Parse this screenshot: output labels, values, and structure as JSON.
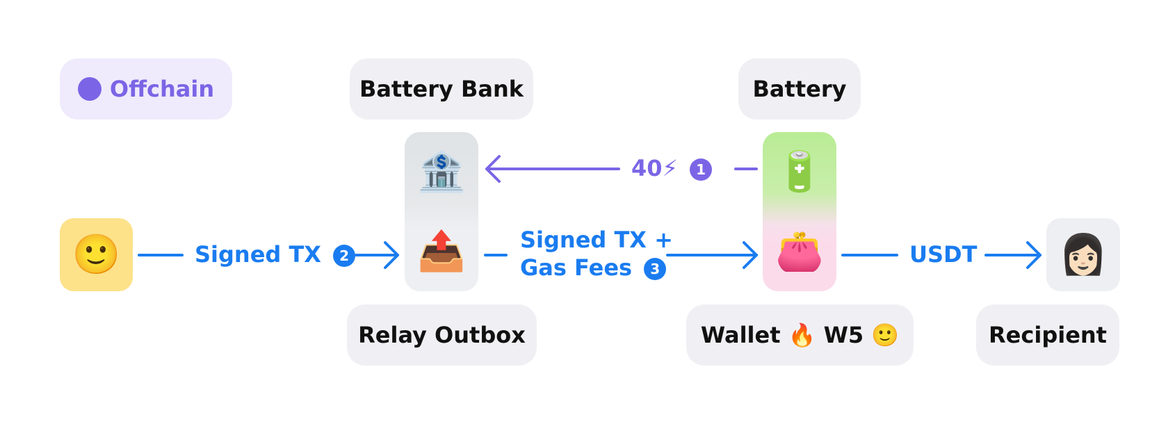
{
  "labels": {
    "offchain": "Offchain",
    "battery_bank": "Battery Bank",
    "battery": "Battery",
    "relay_outbox": "Relay Outbox",
    "wallet": "Wallet 🔥 W5 🙂",
    "recipient": "Recipient"
  },
  "icons": {
    "user": "🙂",
    "bank": "🏦",
    "outbox": "📤",
    "battery": "🔋",
    "wallet": "👛",
    "recipient": "👩🏻"
  },
  "flows": {
    "signed_tx": "Signed TX",
    "signed_tx_badge": "2",
    "signed_tx_gas_line1": "Signed TX +",
    "signed_tx_gas_line2": "Gas Fees",
    "signed_tx_gas_badge": "3",
    "charge_amount": "40",
    "charge_symbol": "⚡",
    "charge_badge": "1",
    "usdt": "USDT"
  },
  "colors": {
    "blue": "#1a7cf0",
    "purple": "#7b65e6",
    "offchain_bg": "#efebfc",
    "user_tile": "#fde28a",
    "battery_green": "#c8eeaa",
    "wallet_pink": "#fbdbea",
    "bank_gray": "#e6e8ea"
  }
}
